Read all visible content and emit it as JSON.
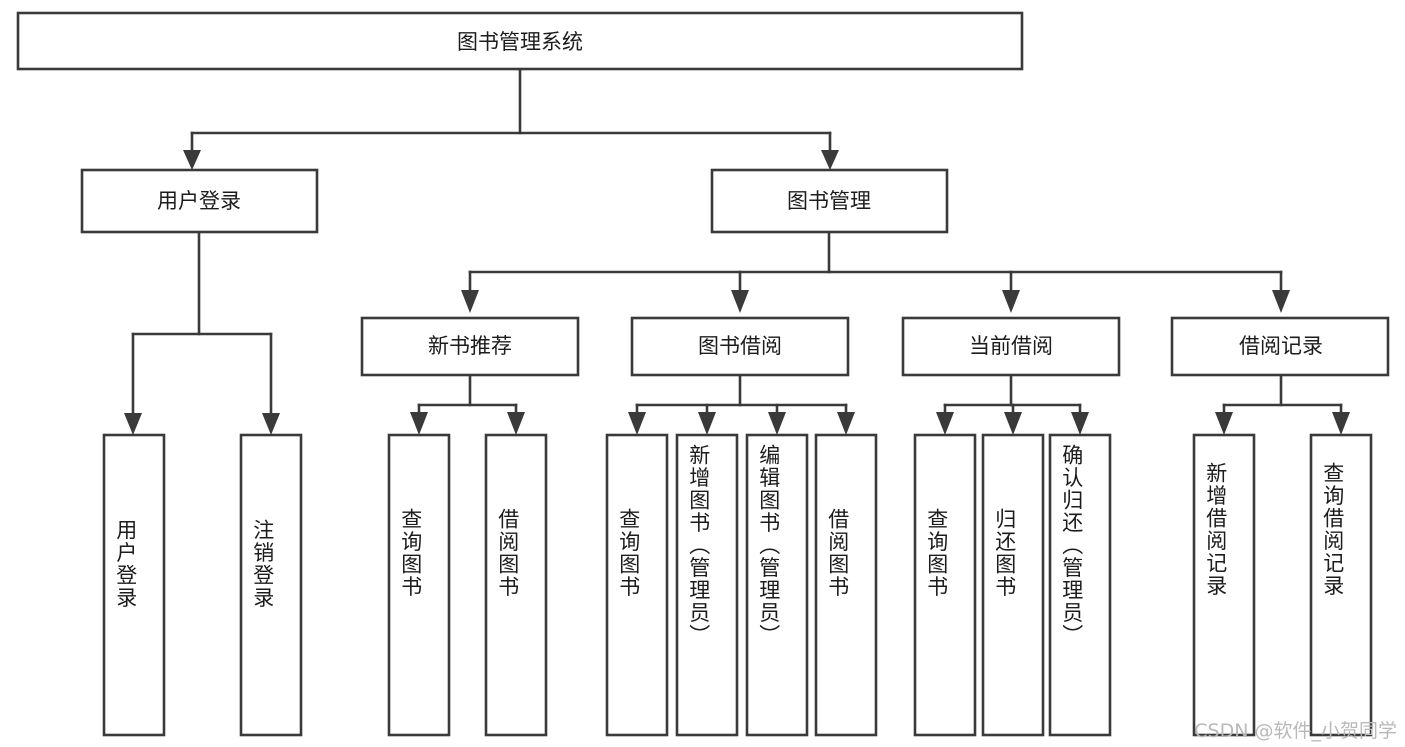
{
  "diagram": {
    "type": "tree-hierarchy",
    "title": "图书管理系统",
    "orientation": "top-down",
    "colors": {
      "box_stroke": "#3a3a3a",
      "box_fill": "#ffffff",
      "connector": "#3a3a3a",
      "text": "#1c1c1c",
      "watermark": "#b9b9b9",
      "background": "#ffffff"
    },
    "root": {
      "label": "图书管理系统"
    },
    "level2": [
      {
        "label": "用户登录"
      },
      {
        "label": "图书管理"
      }
    ],
    "level3": [
      {
        "label": "新书推荐"
      },
      {
        "label": "图书借阅"
      },
      {
        "label": "当前借阅"
      },
      {
        "label": "借阅记录"
      }
    ],
    "leaves": {
      "user_login": [
        {
          "label": "用户登录"
        },
        {
          "label": "注销登录"
        }
      ],
      "new_book_recommend": [
        {
          "label": "查询图书"
        },
        {
          "label": "借阅图书"
        }
      ],
      "book_borrow": [
        {
          "label": "查询图书"
        },
        {
          "label": "新增图书（管理员）"
        },
        {
          "label": "编辑图书（管理员）"
        },
        {
          "label": "借阅图书"
        }
      ],
      "current_borrow": [
        {
          "label": "查询图书"
        },
        {
          "label": "归还图书"
        },
        {
          "label": "确认归还（管理员）"
        }
      ],
      "borrow_record": [
        {
          "label": "新增借阅记录"
        },
        {
          "label": "查询借阅记录"
        }
      ]
    }
  },
  "watermark": {
    "text": "CSDN @软件_小贺同学"
  }
}
